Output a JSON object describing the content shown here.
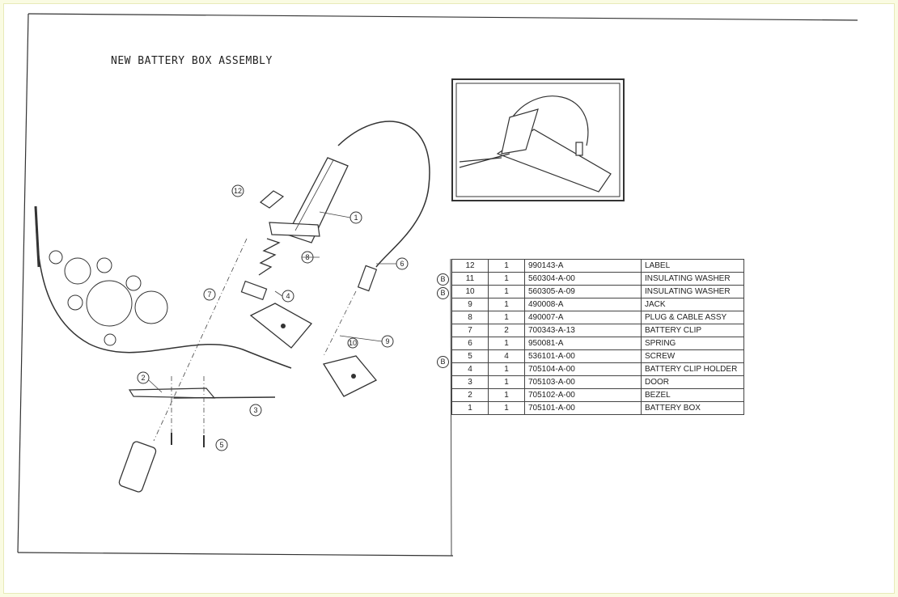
{
  "title": "NEW BATTERY BOX ASSEMBLY",
  "callouts": [
    "1",
    "2",
    "3",
    "4",
    "5",
    "6",
    "7",
    "8",
    "9",
    "10",
    "12"
  ],
  "parts": [
    {
      "item": "12",
      "qty": "1",
      "part": "990143-A",
      "desc": "LABEL",
      "mark": ""
    },
    {
      "item": "11",
      "qty": "1",
      "part": "560304-A-00",
      "desc": "INSULATING WASHER",
      "mark": "B"
    },
    {
      "item": "10",
      "qty": "1",
      "part": "560305-A-09",
      "desc": "INSULATING WASHER",
      "mark": "B"
    },
    {
      "item": "9",
      "qty": "1",
      "part": "490008-A",
      "desc": "JACK",
      "mark": ""
    },
    {
      "item": "8",
      "qty": "1",
      "part": "490007-A",
      "desc": "PLUG & CABLE ASSY",
      "mark": ""
    },
    {
      "item": "7",
      "qty": "2",
      "part": "700343-A-13",
      "desc": "BATTERY CLIP",
      "mark": ""
    },
    {
      "item": "6",
      "qty": "1",
      "part": "950081-A",
      "desc": "SPRING",
      "mark": ""
    },
    {
      "item": "5",
      "qty": "4",
      "part": "536101-A-00",
      "desc": "SCREW",
      "mark": "B"
    },
    {
      "item": "4",
      "qty": "1",
      "part": "705104-A-00",
      "desc": "BATTERY CLIP HOLDER",
      "mark": ""
    },
    {
      "item": "3",
      "qty": "1",
      "part": "705103-A-00",
      "desc": "DOOR",
      "mark": ""
    },
    {
      "item": "2",
      "qty": "1",
      "part": "705102-A-00",
      "desc": "BEZEL",
      "mark": ""
    },
    {
      "item": "1",
      "qty": "1",
      "part": "705101-A-00",
      "desc": "BATTERY BOX",
      "mark": ""
    }
  ]
}
